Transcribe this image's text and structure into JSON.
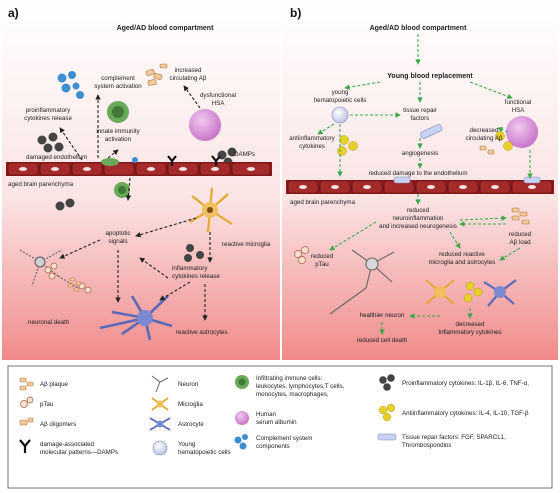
{
  "panel_a": {
    "letter": "a)",
    "compartment_title": "Aged/AD blood compartment",
    "labels": {
      "complement": [
        "complement",
        "system activation"
      ],
      "increased_abeta": [
        "increased",
        "circulating Aβ"
      ],
      "proinflammatory_release": [
        "proinflammatory",
        "cytokines release"
      ],
      "innate_immunity": [
        "innate immunity",
        "activation"
      ],
      "dysfunctional_hsa": [
        "dysfunctional",
        "HSA"
      ],
      "damaged_endothelium": "damaged endothelium",
      "damps": "DAMPs",
      "aged_parenchyma": "aged brain parenchyma",
      "reactive_microglia": "reactive microglia",
      "apoptotic": [
        "apoptotic",
        "signals"
      ],
      "inflammatory_release": [
        "inflammatory",
        "cytokines release"
      ],
      "neuronal_death": "neuronal death",
      "reactive_astrocytes": "reactive astrocytes"
    }
  },
  "panel_b": {
    "letter": "b)",
    "compartment_title": "Aged/AD blood compartment",
    "replacement_title": "Young blood replacement",
    "labels": {
      "young_hsc": [
        "young",
        "hematopoietic cells"
      ],
      "tissue_repair": [
        "tissue repair",
        "factors"
      ],
      "functional_hsa": [
        "functional",
        "HSA"
      ],
      "antiinflammatory": [
        "antiinflammatory",
        "cytokines"
      ],
      "angiogenesis": "angiogenesis",
      "decreased_abeta": [
        "decreased",
        "circulating Aβ"
      ],
      "reduced_damage": "reduced damage to the endothelium",
      "aged_parenchyma": "aged brain parenchyma",
      "reduced_neuroinflammation": [
        "reduced",
        "neuroinflammation",
        "and increased neurogenesis"
      ],
      "reduced_abeta_load": [
        "reduced",
        "Aβ load"
      ],
      "reduced_ptau": [
        "reduced",
        "pTau"
      ],
      "reduced_reactive": [
        "reduced reactive",
        "microglia and astrocytes"
      ],
      "healthier_neuron": "healthier neuron",
      "decreased_cytokines": [
        "decreased",
        "Inflammatory cytokines"
      ],
      "reduced_cell_death": "reduced cell death"
    }
  },
  "legend": {
    "abeta_plaque": "Aβ plaque",
    "ptau": "pTau",
    "abeta_oligomers": "Aβ oligomers",
    "damps": [
      "damage-associated",
      "molecular patterns—DAMPs"
    ],
    "neuron": "Neuron",
    "microglia": "Microglia",
    "astrocyte": "Astrocyte",
    "young_hsc": [
      "Young",
      "hematopoietic cells"
    ],
    "infiltrating": [
      "Infiltrating immune cells:",
      "leukocytes, lymphocytes,T cells,",
      "monocytes, macrophages,"
    ],
    "human_sa": [
      "Human",
      "serum albumin"
    ],
    "complement": [
      "Complement system",
      "components"
    ],
    "proinflammatory": "Proinflammatory cytokines: IL-1β, IL-6, TNF-α,",
    "antiinflammatory": "Antiinflammatory cytokines: IL-4, IL-10, TGF-β",
    "tissue_repair": [
      "Tissue repair factors: FGF, SPARCL1,",
      "Thrombospondins"
    ]
  },
  "colors": {
    "blood_top": "#ffffff",
    "blood_bottom": "#f08a8a",
    "vessel": "#8b1a1a",
    "arrow_green": "#3aa84a",
    "albumin": "#d88ad8",
    "cytokine_dark": "#444444",
    "cytokine_yellow": "#e8d02a",
    "microglia": "#e8a830",
    "astrocyte": "#5a6ab8",
    "complement": "#3b8fd0",
    "immune_cell": "#6aa85a"
  }
}
